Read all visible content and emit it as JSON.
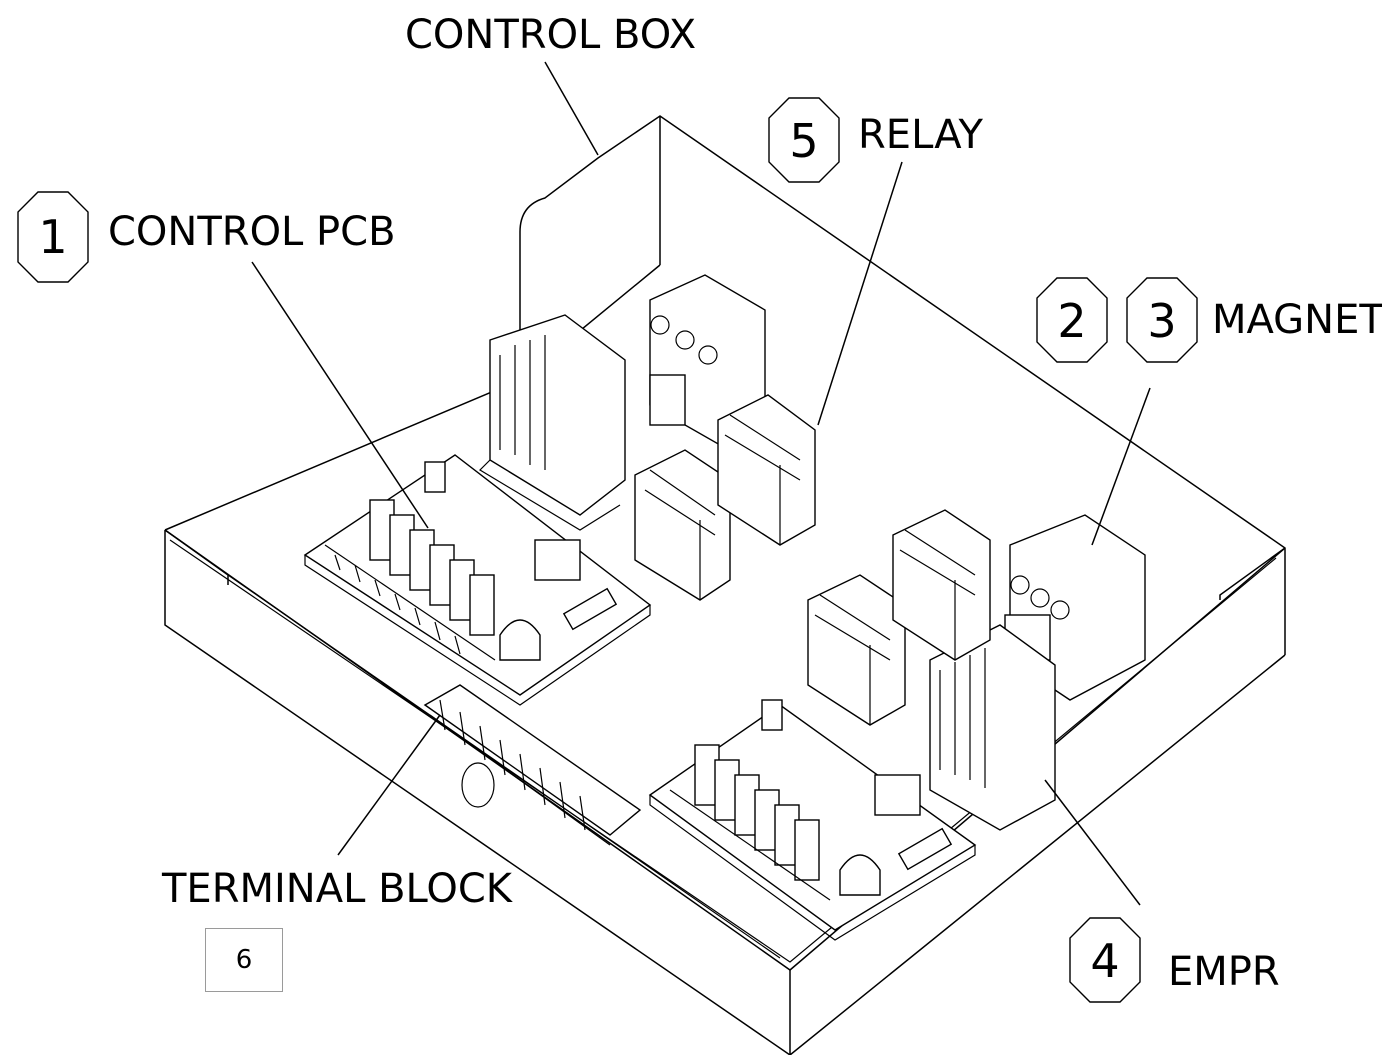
{
  "labels": {
    "control_box": "CONTROL BOX",
    "control_pcb": "CONTROL PCB",
    "relay": "RELAY",
    "magnet": "MAGNET",
    "empr": "EMPR",
    "terminal_block": "TERMINAL BLOCK"
  },
  "callouts": {
    "n1": "1",
    "n2": "2",
    "n3": "3",
    "n4": "4",
    "n5": "5"
  },
  "page_number": "6",
  "colors": {
    "line": "#000000",
    "background": "#ffffff",
    "frame": "#9a9a9a"
  }
}
